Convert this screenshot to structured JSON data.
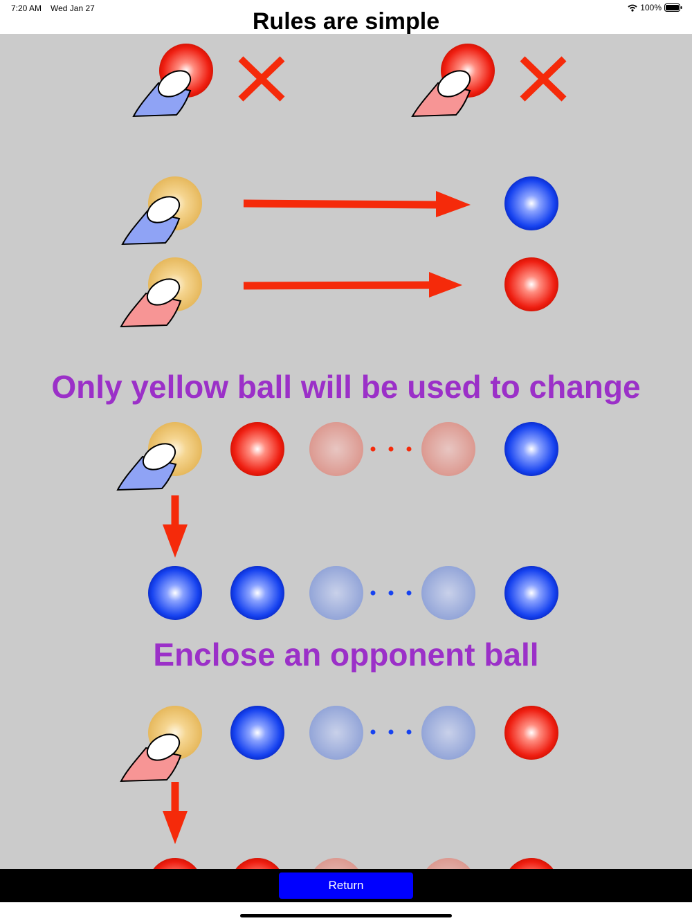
{
  "status_bar": {
    "time": "7:20 AM",
    "date": "Wed Jan 27",
    "battery": "100%"
  },
  "page": {
    "title": "Rules are simple",
    "heading_yellow": "Only yellow ball will be used to change",
    "heading_enclose": "Enclose an opponent ball"
  },
  "bottom_bar": {
    "return_label": "Return"
  },
  "colors": {
    "background": "#cbcbcb",
    "heading": "#9b30c8",
    "arrow": "#f52a0a",
    "button": "#0000ff",
    "red_ball": "#ef1f12",
    "blue_ball": "#1743f0",
    "yellow_ball": "#e9bd5f",
    "blue_finger": "#8fa3f5",
    "red_finger": "#f79595"
  }
}
